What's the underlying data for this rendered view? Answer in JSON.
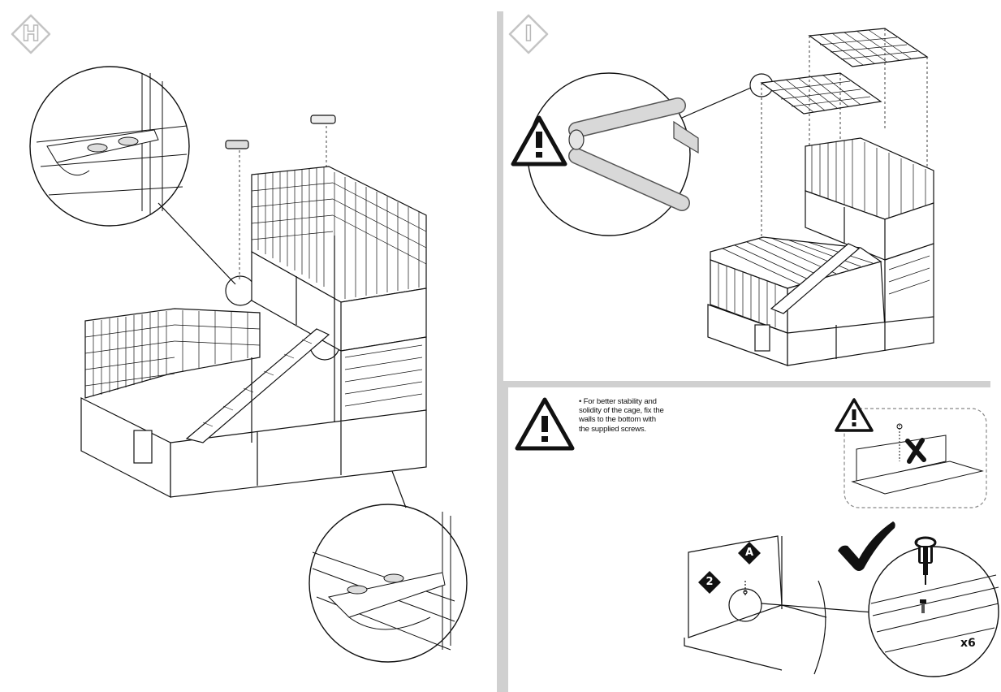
{
  "steps": {
    "left_label": "H",
    "right_label": "I"
  },
  "note": {
    "text": "• For better stability and solidity of the cage, fix the walls to the bottom with the supplied screws."
  },
  "markers": {
    "part_letter": "A",
    "part_number": "2"
  },
  "quantity": {
    "label": "x6"
  },
  "icons": {
    "warning": "warning-triangle-icon",
    "check": "check-mark-icon",
    "cross": "cross-icon",
    "screwdriver": "screwdriver-icon",
    "screw": "screw-icon"
  },
  "colors": {
    "line": "#111111",
    "divider": "#d0d0d0",
    "badge_outline": "#b8b8b8"
  }
}
